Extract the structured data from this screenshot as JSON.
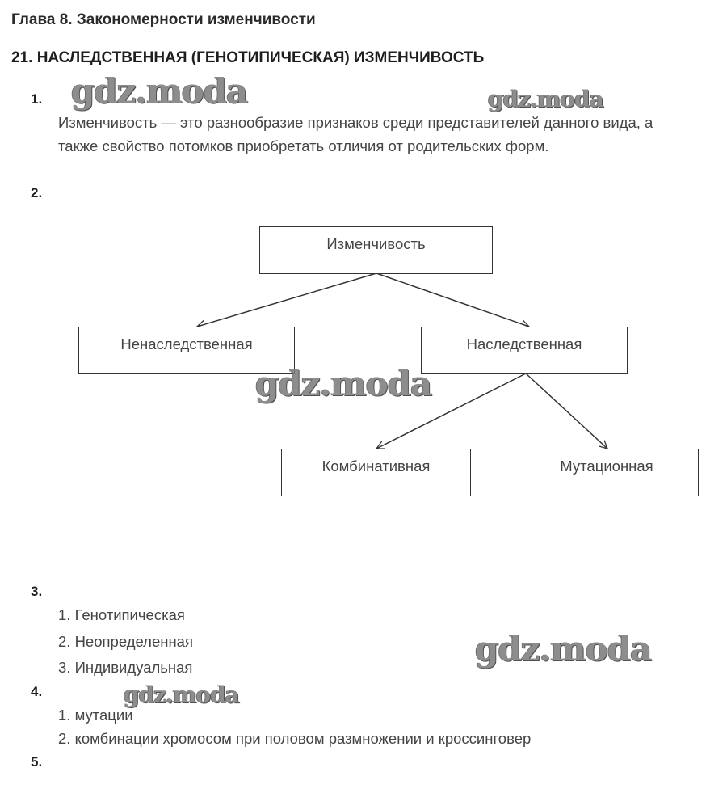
{
  "chapter_title": "Глава 8. Закономерности изменчивости",
  "section_title": "21. НАСЛЕДСТВЕННАЯ (ГЕНОТИПИЧЕСКАЯ) ИЗМЕНЧИВОСТЬ",
  "watermark": "gdz.moda",
  "tasks": {
    "t1": {
      "number": "1.",
      "text": "Изменчивость — это разнообразие признаков среди представителей данного вида, а также свойство потомков приобретать отличия от родительских форм."
    },
    "t2": {
      "number": "2.",
      "diagram": {
        "root": "Изменчивость",
        "left": "Ненаследственная",
        "right": "Наследственная",
        "right_left": "Комбинативная",
        "right_right": "Мутационная"
      }
    },
    "t3": {
      "number": "3.",
      "items": [
        "1. Генотипическая",
        "2. Неопределенная",
        "3. Индивидуальная"
      ]
    },
    "t4": {
      "number": "4.",
      "items": [
        "1. мутации",
        "2. комбинации хромосом при половом размножении и кроссинговер"
      ]
    },
    "t5": {
      "number": "5."
    }
  }
}
